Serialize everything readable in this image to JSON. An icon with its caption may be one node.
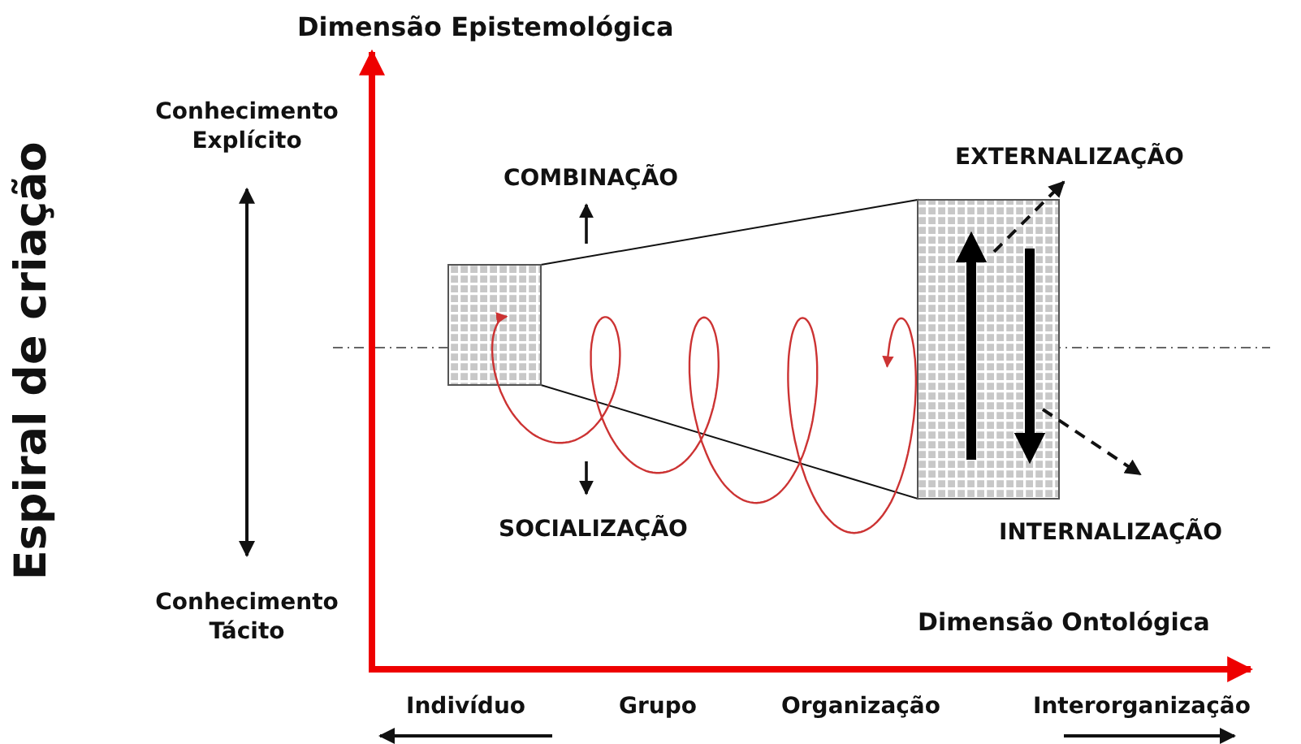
{
  "diagram": {
    "nodes": [
      {
        "text": [
          "Conhecimento Explícito"
        ]
      },
      {
        "text": [
          "Conhecimento Tácito"
        ]
      }
    ],
    "edges": [
      {
        "from": 0,
        "to": 1,
        "arrow": "both"
      }
    ],
    "labels": [
      "Dimensão Epistemológica",
      "Espiral de criação",
      "COMBINAÇÃO",
      "EXTERNALIZAÇÃO",
      "SOCIALIZAÇÃO",
      "INTERNALIZAÇÃO",
      "Dimensão Ontológica",
      "Indivíduo",
      "Grupo",
      "Organização",
      "Interorganização"
    ]
  }
}
